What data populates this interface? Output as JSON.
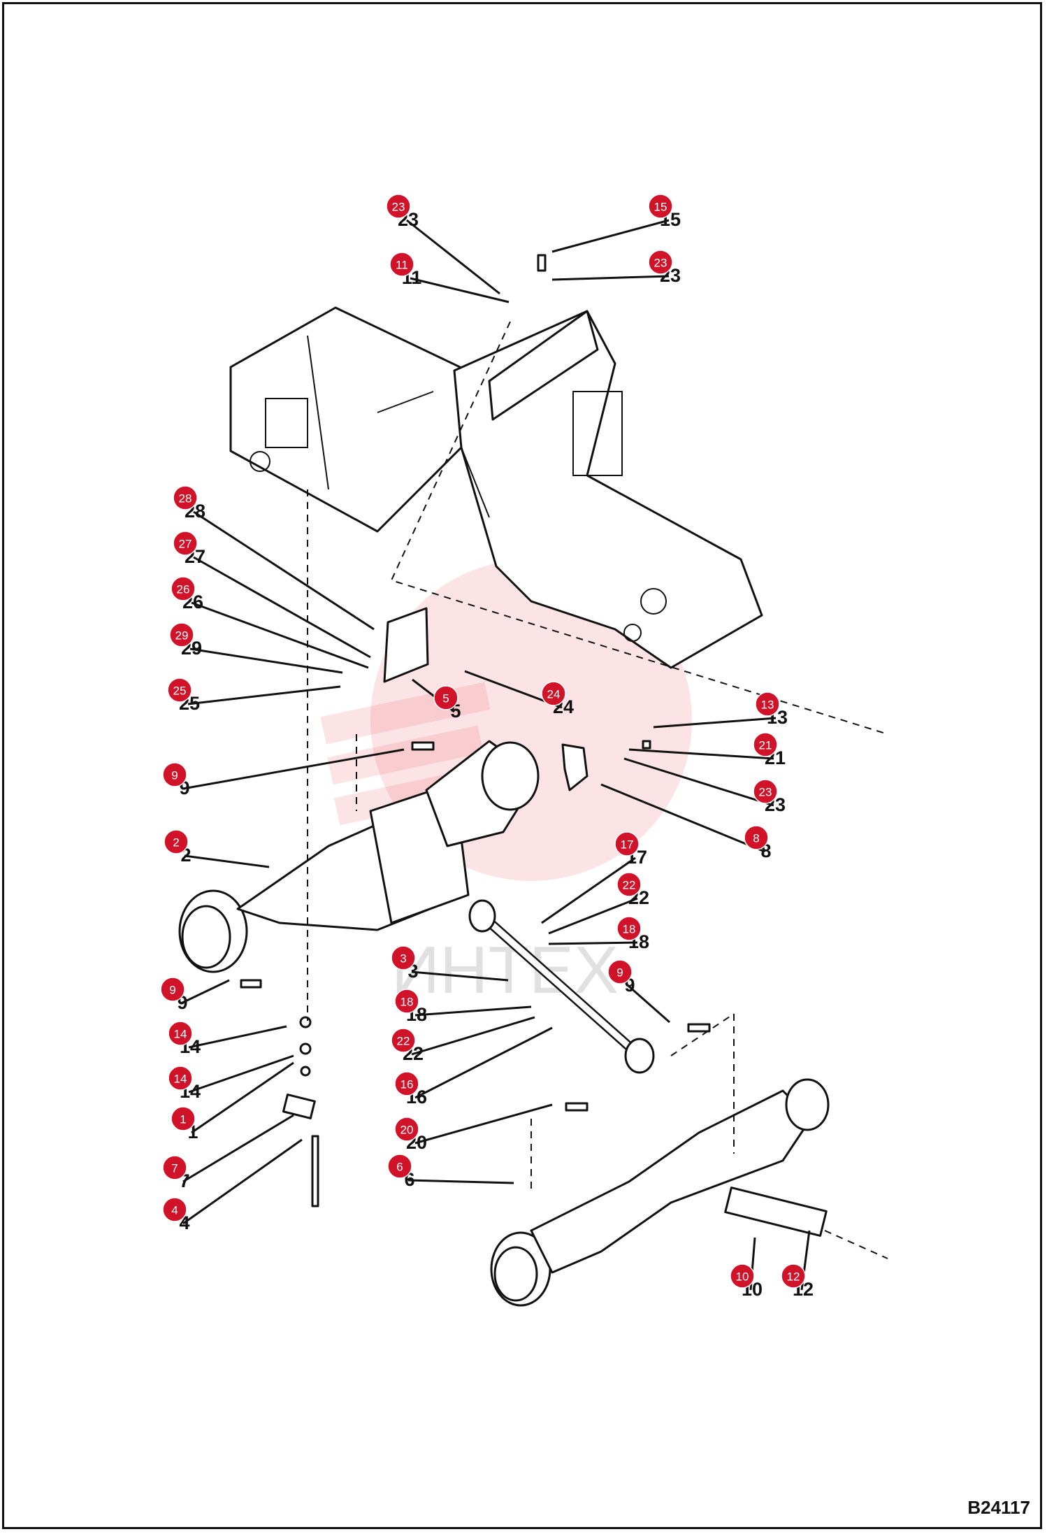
{
  "drawing_code": "B24117",
  "watermark_text": "ИНТЕХ",
  "callouts": [
    "23",
    "15",
    "11",
    "23",
    "28",
    "27",
    "26",
    "29",
    "25",
    "5",
    "24",
    "13",
    "21",
    "23",
    "9",
    "8",
    "2",
    "17",
    "22",
    "18",
    "3",
    "9",
    "18",
    "22",
    "14",
    "16",
    "14",
    "9",
    "20",
    "1",
    "6",
    "7",
    "4",
    "10",
    "12"
  ],
  "colors": {
    "callout": "#d1132a",
    "line": "#111111",
    "watermark": "#e8222f"
  }
}
